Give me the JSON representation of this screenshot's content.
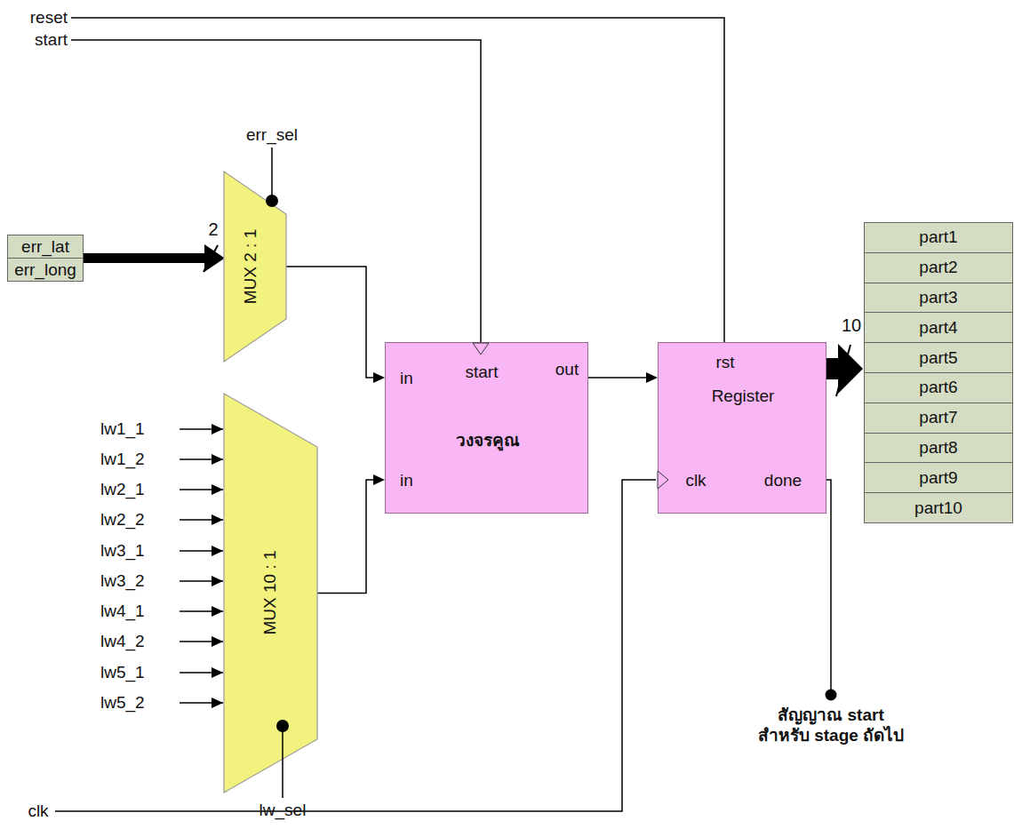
{
  "diagram": {
    "nodes": [
      {
        "text": [
          "err_lat"
        ]
      },
      {
        "text": [
          "err_long"
        ]
      },
      {
        "text": [
          "MUX 2 : 1"
        ]
      },
      {
        "text": [
          "MUX 10 : 1"
        ]
      },
      {
        "text": [
          "in",
          "start",
          "out",
          "วงจรคูณ",
          "in"
        ]
      },
      {
        "text": [
          "rst",
          "Register",
          "clk",
          "done"
        ]
      },
      {
        "text": [
          "part1"
        ]
      },
      {
        "text": [
          "part2"
        ]
      },
      {
        "text": [
          "part3"
        ]
      },
      {
        "text": [
          "part4"
        ]
      },
      {
        "text": [
          "part5"
        ]
      },
      {
        "text": [
          "part6"
        ]
      },
      {
        "text": [
          "part7"
        ]
      },
      {
        "text": [
          "part8"
        ]
      },
      {
        "text": [
          "part9"
        ]
      },
      {
        "text": [
          "part10"
        ]
      }
    ],
    "edges": [
      {
        "from": 0,
        "to": 2,
        "arrow": "to",
        "label": "2"
      },
      {
        "from": 1,
        "to": 2,
        "arrow": "to"
      },
      {
        "from": 2,
        "to": 4,
        "arrow": "to"
      },
      {
        "from": 3,
        "to": 4,
        "arrow": "to"
      },
      {
        "from": 4,
        "to": 5,
        "arrow": "to"
      },
      {
        "from": 5,
        "to": 10,
        "arrow": "to",
        "label": "10"
      }
    ],
    "labels": [
      "reset",
      "start",
      "err_sel",
      "lw1_1",
      "lw1_2",
      "lw2_1",
      "lw2_2",
      "lw3_1",
      "lw3_2",
      "lw4_1",
      "lw4_2",
      "lw5_1",
      "lw5_2",
      "lw_sel",
      "clk",
      "สัญญาณ start สำหรับ stage ถัดไป"
    ]
  }
}
